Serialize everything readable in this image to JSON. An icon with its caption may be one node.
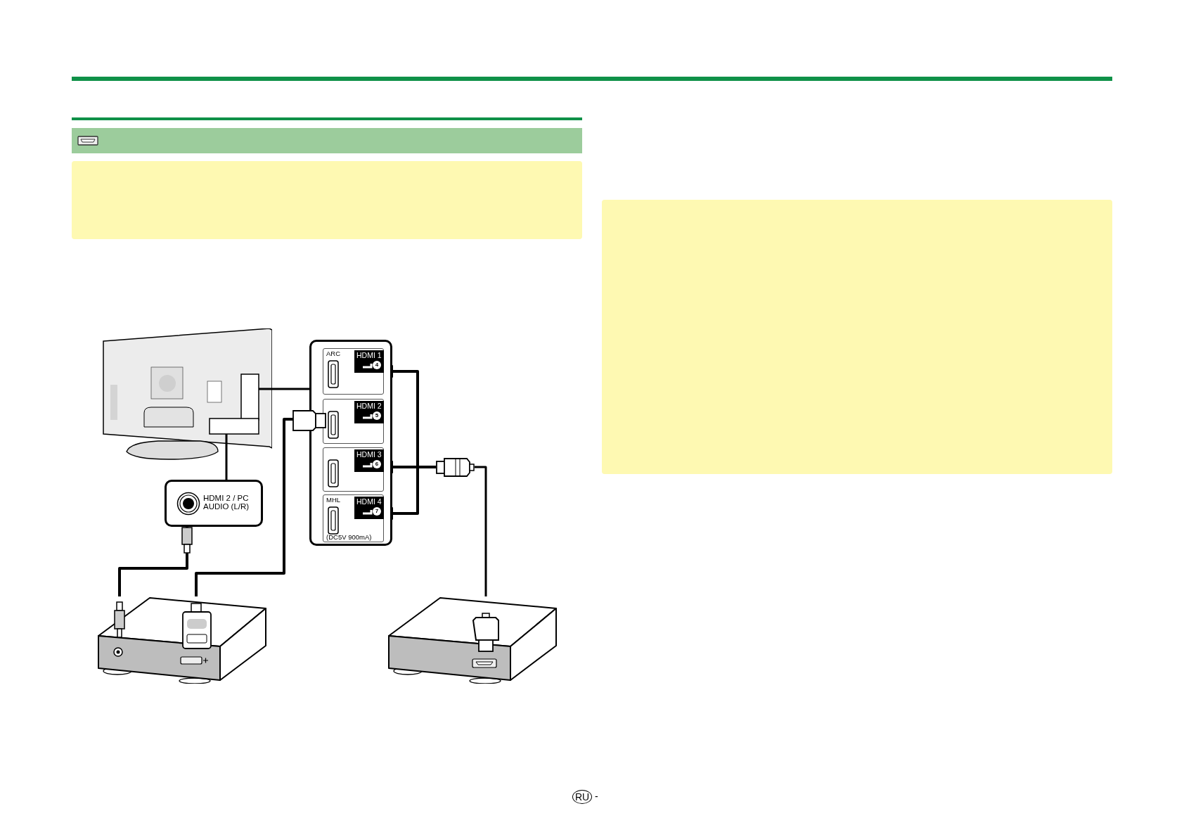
{
  "diagram": {
    "nodes": [
      {
        "text": [],
        "shape": "picture"
      },
      {
        "text": [],
        "shape": "box"
      },
      {
        "text": [
          "ARC"
        ],
        "in": 1
      },
      {
        "text": [
          "HDMI 1",
          "4"
        ],
        "in": 2
      },
      {
        "text": [],
        "shape": "box",
        "in": 1
      },
      {
        "text": [
          "HDMI 2",
          "5"
        ],
        "in": 4
      },
      {
        "text": [],
        "shape": "box",
        "in": 1
      },
      {
        "text": [
          "HDMI 3",
          "6"
        ],
        "in": 6
      },
      {
        "text": [
          "MHL",
          "(DC5V 900mA)"
        ],
        "in": 1
      },
      {
        "text": [
          "HDMI 4",
          "7"
        ],
        "in": 8
      },
      {
        "text": [
          "HDMI 2 / PC AUDIO (L/R)"
        ]
      },
      {
        "text": [],
        "shape": "picture"
      },
      {
        "text": [],
        "shape": "picture"
      },
      {
        "text": [],
        "shape": "picture"
      }
    ],
    "edges": [
      {
        "from": 0,
        "to": 1,
        "arrow": "none"
      },
      {
        "from": 0,
        "to": 10,
        "arrow": "none"
      },
      {
        "from": 11,
        "to": 10,
        "arrow": "other"
      },
      {
        "from": 11,
        "to": 4,
        "arrow": "other"
      },
      {
        "from": 12,
        "to": 13,
        "arrow": "none"
      },
      {
        "from": 13,
        "to": 2,
        "arrow": "to"
      },
      {
        "from": 13,
        "to": 6,
        "arrow": "to"
      },
      {
        "from": 13,
        "to": 8,
        "arrow": "to"
      }
    ],
    "labels": [
      "RU",
      "-"
    ]
  }
}
